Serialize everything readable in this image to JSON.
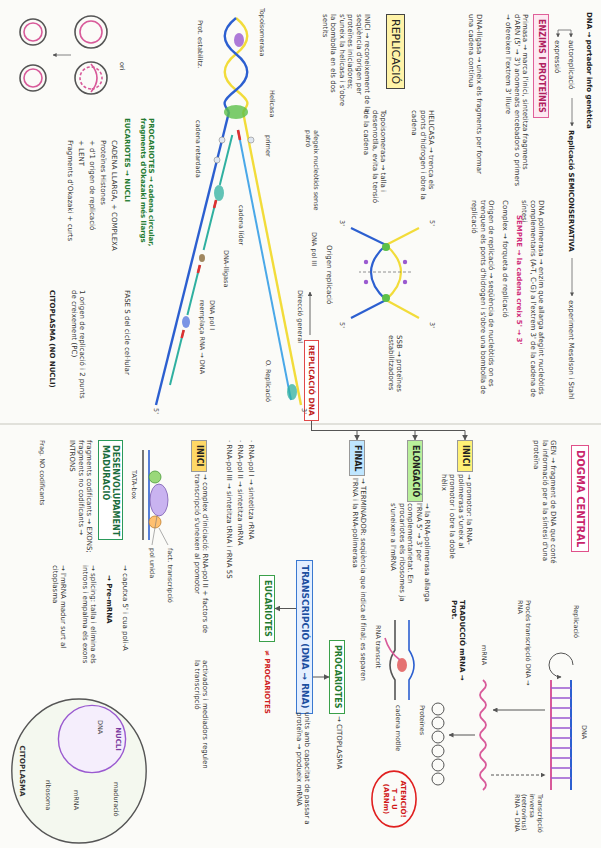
{
  "diagram": {
    "nodes": [
      {
        "text": [
          "ENZIMS I PROTEÏNES"
        ]
      },
      {
        "text": [
          "REPLICACIÓ"
        ]
      },
      {
        "text": [
          "DOGMA CENTRAL"
        ]
      },
      {
        "text": [
          "INICI"
        ]
      },
      {
        "text": [
          "ELONGACIÓ"
        ]
      },
      {
        "text": [
          "FINAL"
        ]
      },
      {
        "text": [
          "REPLICACIÓ DNA"
        ]
      },
      {
        "text": [
          "ATENCIÓ! T → U (ARNm)"
        ]
      },
      {
        "text": [
          "PROCARIOTES"
        ]
      },
      {
        "text": [
          "TRANSCRIPCIÓ (DNA → RNA)"
        ]
      },
      {
        "text": [
          "EUCARIOTES"
        ]
      },
      {
        "text": [
          "INICI"
        ]
      },
      {
        "text": [
          "DESENVOLUPAMENT MADURACIÓ"
        ]
      },
      {
        "text": [
          "CITOPLASMA"
        ]
      },
      {
        "text": [
          "NUCLI"
        ],
        "in": 13
      }
    ],
    "edges": [
      {
        "from": 6,
        "to": 3,
        "arrow": "to"
      },
      {
        "from": 6,
        "to": 4,
        "arrow": "to"
      },
      {
        "from": 6,
        "to": 5,
        "arrow": "to"
      },
      {
        "from": 9,
        "to": 8,
        "arrow": "to"
      },
      {
        "from": 9,
        "to": 10,
        "arrow": "to"
      }
    ],
    "labels": [
      "DNA → portador info genètica",
      "autoreplicació",
      "expressió",
      "Replicació SEMICONSERVATIVA",
      "experiment Meselson i Stahl",
      "Primasa → marca l'inici, sintetitza fragments d'ARN (5' → 3') anomenats encebadors o primers → ofereixen l'extrem 3' lliure",
      "DNA polimerasa → enzim que allarga afegint nucleòtids complementaris (A-T, C-G) a l'extrem 3' de la cadena de síntesi",
      "SEMPRE → la cadena creix 5' → 3'",
      "Complex → forqueta de replicació",
      "Origen de replicació → seqüència de nucleòtids on es trenquen els ponts d'hidrogen i s'obre una bombolla de replicació",
      "DNA-lligasa → uneix els fragments per formar una cadena contínua",
      "HELICASA → trenca els ponts d'hidrogen i obre la cadena",
      "SSB → proteïnes estabilitzadores",
      "Topoisomerasa → talla i desenrotlla, evita la tensió de la cadena",
      "INICI → reconeixement de la seqüència d'origen per proteïnes iniciadores; s'uneix la helicasa i s'obre la bombolla en els dos sentits",
      "Origen replicació",
      "5'",
      "3'",
      "3'",
      "5'",
      "Topoisomerasa",
      "Helicasa",
      "afegeix nucleòtids sense patró",
      "DNA pol III",
      "Direcció general",
      "primer",
      "cadena líder",
      "cadena retardada",
      "DNA-lligasa",
      "DNA pol I",
      "reemplaça RNA → DNA",
      "O. Replicació",
      "Prot. estabilitz.",
      "3'",
      "5'",
      "PROCARIOTES → cadena circular, fragments d'Okazaki més llargs",
      "EUCARIOTES → NUCLI",
      "CADENA LLARGA, + COMPLEXA",
      "Proteïnes Histones",
      "+ d'1 origen de replicació",
      "+ LENT",
      "Fragments d'Okazaki + curts",
      "FASE S del cicle cel·lular",
      "1 origen de replicació i 2 punts de creixement (PC)",
      "CITOPLASMA (NO NUCLI)",
      "ori",
      "GEN → fragment de DNA que conté la informació per a la síntesi d'una proteïna",
      "Replicació",
      "DNA",
      "Procés transcripció DNA → RNA",
      "mRNA",
      "TRADUCCIÓ mRNA → Prot.",
      "Proteïnes",
      "Transcripció inversa (retrovirus) RNA → DNA",
      "→ promotor: la RNA-polimerasa s'uneix al promotor i obre la doble hèlix",
      "→ la RNA-polimerasa allarga l'RNA 5' → 3' per complementarietat. En procariotes els ribosomes ja s'uneixen a l'mRNA",
      "RNA transcrit",
      "cadena motlle",
      "→ TERMINADOR: seqüència que indica el final; es separen l'RNA i la RNA-polimerasa",
      "→ CITOPLASMA",
      "units amb capacitat de passar a proteïna → produeix mRNA",
      "≠ PROCARIOTES",
      "· RNA-pol I → sintetitza rRNA",
      "· RNA-pol II → sintetitza mRNA",
      "· RNA-pol III → sintetitza tRNA i rRNA 5S",
      "→ complex d'iniciació: RNA-pol II + factors de transcripció s'uneixen al promotor",
      "activadors i mediadors regulen la transcripció",
      "fact. transcripció",
      "pol unida",
      "TATA-box",
      "fragments codificants → EXONS; fragments no codificants → INTRONS",
      "Frag. NO codificants",
      "→ caputxa 5' i cua poli-A",
      "→ Pre-mRNA",
      "→ splicing: talla i elimina els introns i empalma els exons",
      "→ l'mRNA madur surt al citoplasma",
      "DNA",
      "maduració",
      "mRNA",
      "ribosoma"
    ]
  }
}
